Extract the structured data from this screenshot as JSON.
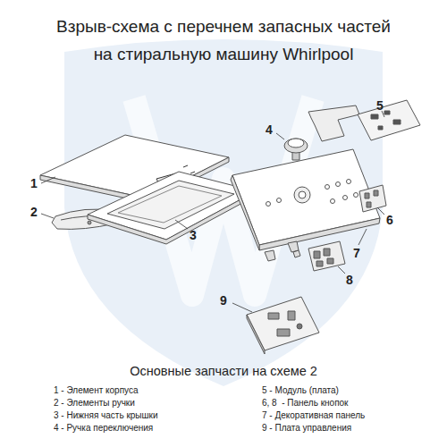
{
  "diagram": {
    "title": "Взрыв-схема с перечнем запасных частей на стиральную машину Whirlpool",
    "labels": [
      "1",
      "2",
      "3",
      "4",
      "5",
      "6",
      "7",
      "8",
      "9",
      "Основные запчасти на схеме 2",
      "1 - Элемент корпуса",
      "2 - Элементы ручки",
      "3 - Нижняя часть крышки",
      "4 - Ручка переключения",
      "5 - Модуль (плата)",
      "6, 8  - Панель кнопок",
      "7 - Декоративная панель",
      "9 - Плата управления"
    ]
  }
}
